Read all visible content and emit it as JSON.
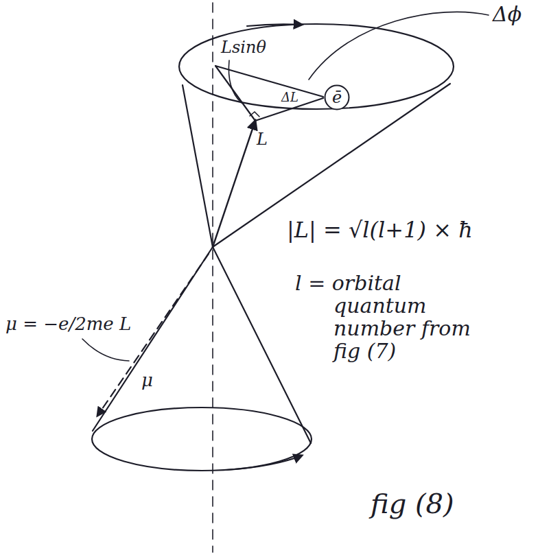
{
  "diagram": {
    "caption": "fig (8)",
    "nodes": [
      {
        "text": [
          "ē"
        ]
      }
    ],
    "labels": [
      "Δϕ",
      "Lsinθ",
      "ΔL",
      "L",
      "|L| = √l(l+1) × ħ",
      "l = orbital quantum number from fig (7)",
      "μ = −e/2me L",
      "μ"
    ]
  }
}
